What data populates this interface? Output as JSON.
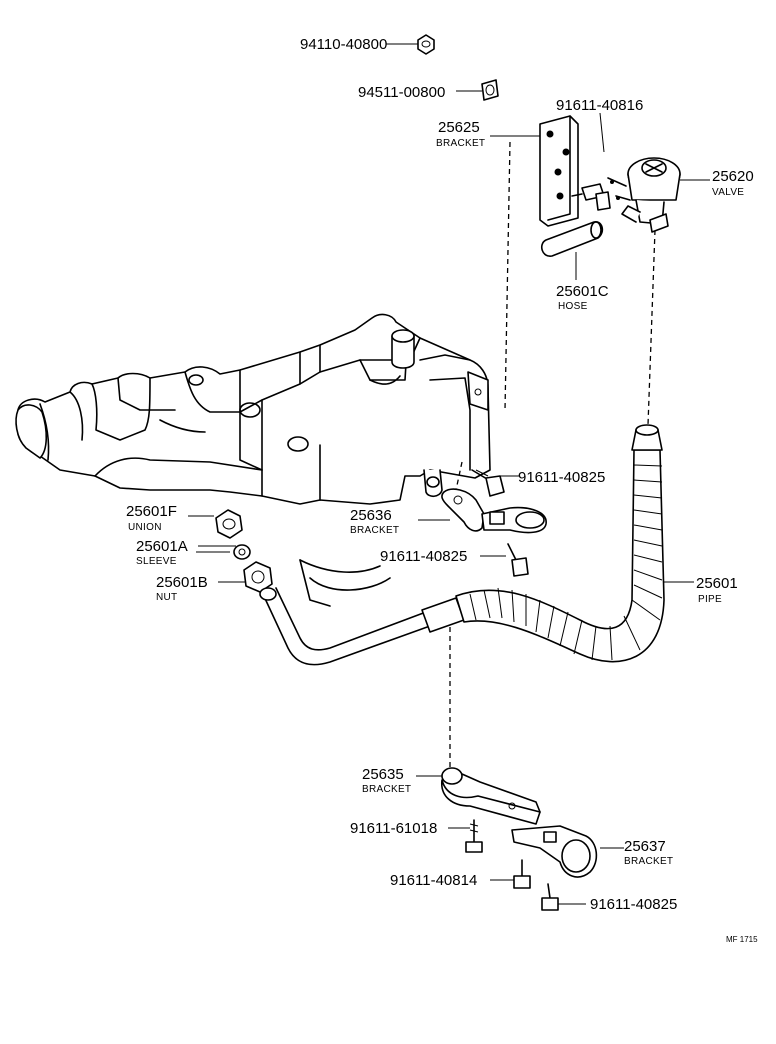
{
  "labels": {
    "p94110": "94110-40800",
    "p94511": "94511-00800",
    "p91611_40816": "91611-40816",
    "p25625": "25625",
    "p25625_name": "BRACKET",
    "p25620": "25620",
    "p25620_name": "VALVE",
    "p25601C": "25601C",
    "p25601C_name": "HOSE",
    "p91611_40825_a": "91611-40825",
    "p25601F": "25601F",
    "p25601F_name": "UNION",
    "p25636": "25636",
    "p25636_name": "BRACKET",
    "p25601A": "25601A",
    "p25601A_name": "SLEEVE",
    "p91611_40825_b": "91611-40825",
    "p25601": "25601",
    "p25601_name": "PIPE",
    "p25601B": "25601B",
    "p25601B_name": "NUT",
    "p25635": "25635",
    "p25635_name": "BRACKET",
    "p91611_61018": "91611-61018",
    "p25637": "25637",
    "p25637_name": "BRACKET",
    "p91611_40814": "91611-40814",
    "p91611_40825_c": "91611-40825",
    "footer_code": "MF 1715"
  }
}
